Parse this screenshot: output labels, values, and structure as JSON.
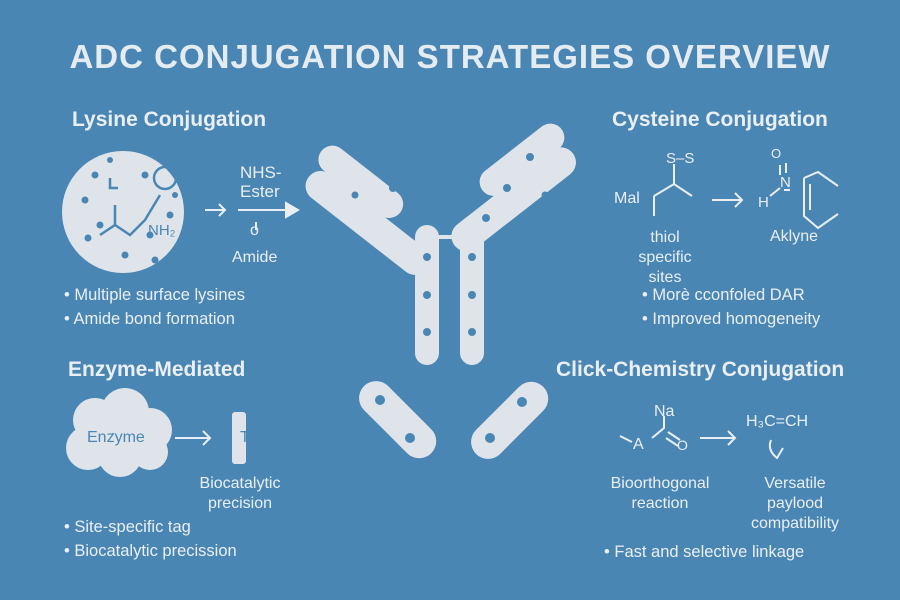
{
  "title": "ADC CONJUGATION STRATEGIES OVERVIEW",
  "lysine": {
    "heading": "Lysine Conjugation",
    "nh2": "NH₂",
    "reagent": "NHS-\nEster",
    "reagent_line1": "NHS-",
    "reagent_line2": "Ester",
    "o_label": "o",
    "product": "Amide",
    "bullets": [
      "Multiple surface lysines",
      "Amide bond formation"
    ]
  },
  "cysteine": {
    "heading": "Cysteine Conjugation",
    "ss": "S–S",
    "mal": "Mal",
    "o_label": "O",
    "n_label": "N",
    "h_label": "H",
    "caption_left": [
      "thiol",
      "specific",
      "sites"
    ],
    "caption_right": "Aklyne",
    "bullets": [
      "Morè cconfoled DAR",
      "Improved homogeneity"
    ]
  },
  "enzyme": {
    "heading": "Enzyme-Mediated",
    "enzyme_label": "Enzyme",
    "tag_label": "Tag",
    "caption": [
      "Biocatalytic",
      "precision"
    ],
    "bullets": [
      "Site-specific tag",
      "Biocatalytic precission"
    ]
  },
  "click": {
    "heading": "Click-Chemistry Conjugation",
    "na": "Na",
    "a": "A",
    "o": "O",
    "alkene": "H₃C=CH",
    "caption_left": [
      "Bioorthogonal",
      "reaction"
    ],
    "caption_right": [
      "Versatile",
      "paylood",
      "compatibility"
    ],
    "bullets": [
      "Fast and selective linkage"
    ]
  },
  "colors": {
    "background": "#4a86b4",
    "antibody": "#dfe4ea",
    "dots": "#4a86b4"
  }
}
